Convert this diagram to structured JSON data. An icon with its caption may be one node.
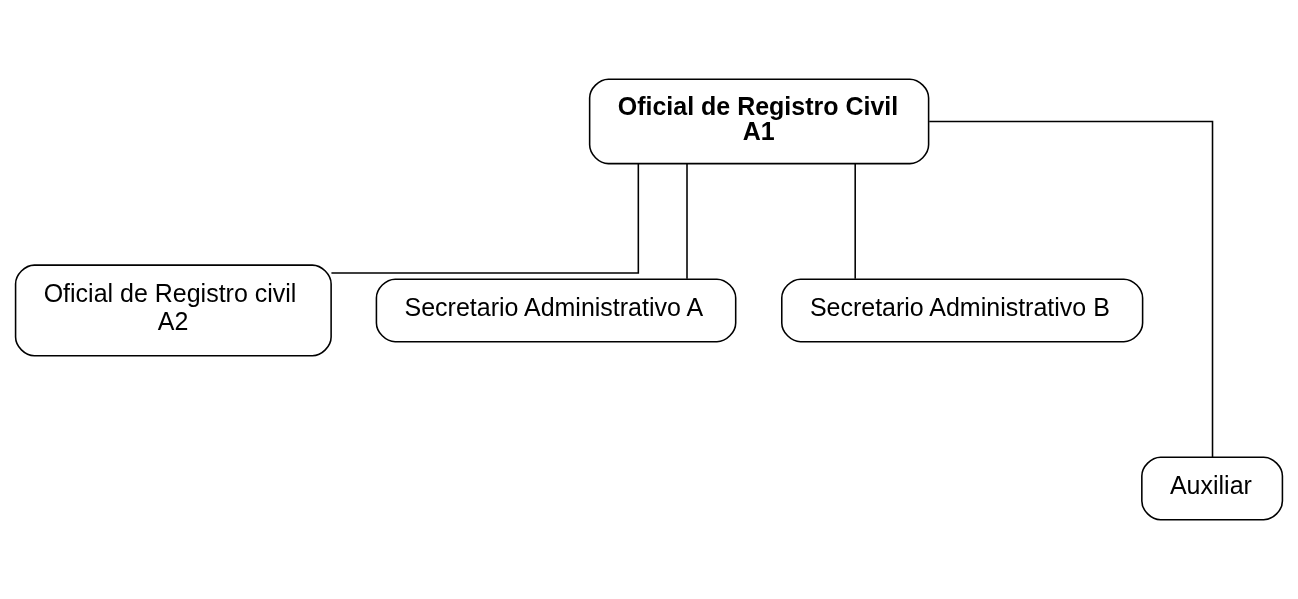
{
  "diagram": {
    "nodes": [
      {
        "text": [
          "Oficial de Registro Civil",
          "A1"
        ]
      },
      {
        "text": [
          "Oficial de Registro civil",
          "A2"
        ]
      },
      {
        "text": [
          "Secretario Administrativo A"
        ]
      },
      {
        "text": [
          "Secretario Administrativo B"
        ]
      },
      {
        "text": [
          "Auxiliar"
        ]
      }
    ],
    "edges": [
      {
        "from": 0,
        "to": 1,
        "arrow": "none"
      },
      {
        "from": 0,
        "to": 2,
        "arrow": "none"
      },
      {
        "from": 0,
        "to": 4,
        "arrow": "none"
      },
      {
        "from": 0,
        "to": 3,
        "arrow": "none"
      }
    ]
  }
}
